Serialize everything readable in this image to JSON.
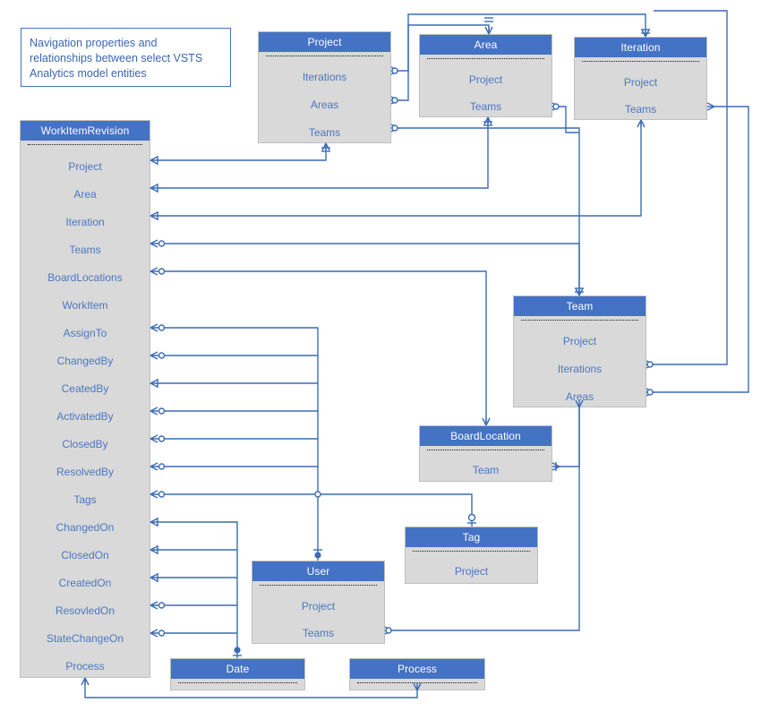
{
  "diagram": {
    "title_note": "Navigation properties and\nrelationships between select VSTS\nAnalytics model entities",
    "colors": {
      "header_blue": "#4472c4",
      "body_gray": "#d9d9d9",
      "attribute_text": "#4a77c0",
      "connector": "#3c6cb4",
      "note_border": "#4472c4",
      "note_text": "#3a66b0"
    },
    "entities": [
      {
        "id": "workitemrevision",
        "name": "WorkItemRevision",
        "attributes": [
          "Project",
          "Area",
          "Iteration",
          "Teams",
          "BoardLocations",
          "WorkItem",
          "AssignTo",
          "ChangedBy",
          "CeatedBy",
          "ActivatedBy",
          "ClosedBy",
          "ResolvedBy",
          "Tags",
          "ChangedOn",
          "ClosedOn",
          "CreatedOn",
          "ResovledOn",
          "StateChangeOn",
          "Process"
        ]
      },
      {
        "id": "project",
        "name": "Project",
        "attributes": [
          "Iterations",
          "Areas",
          "Teams"
        ]
      },
      {
        "id": "area",
        "name": "Area",
        "attributes": [
          "Project",
          "Teams"
        ]
      },
      {
        "id": "iteration",
        "name": "Iteration",
        "attributes": [
          "Project",
          "Teams"
        ]
      },
      {
        "id": "team",
        "name": "Team",
        "attributes": [
          "Project",
          "Iterations",
          "Areas"
        ]
      },
      {
        "id": "boardlocation",
        "name": "BoardLocation",
        "attributes": [
          "Team"
        ]
      },
      {
        "id": "tag",
        "name": "Tag",
        "attributes": [
          "Project"
        ]
      },
      {
        "id": "user",
        "name": "User",
        "attributes": [
          "Project",
          "Teams"
        ]
      },
      {
        "id": "date",
        "name": "Date",
        "attributes": []
      },
      {
        "id": "process",
        "name": "Process",
        "attributes": []
      }
    ]
  }
}
